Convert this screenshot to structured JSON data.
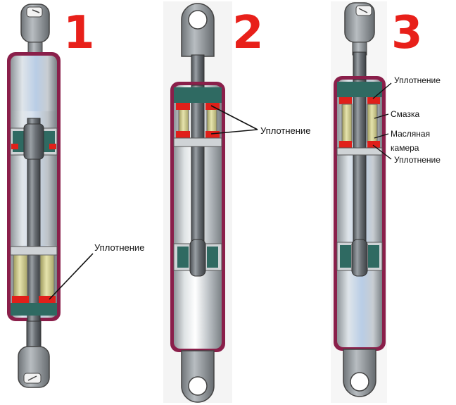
{
  "figure": {
    "numbers": [
      "1",
      "2",
      "3"
    ],
    "labels": {
      "seal_1": "Уплотнение",
      "seal_2": "Уплотнение",
      "seal_3_top": "Уплотнение",
      "lubricant_3": "Смазка",
      "oil_chamber_3_line1": "Масляная",
      "oil_chamber_3_line2": "камера",
      "seal_3_bottom": "Уплотнение"
    },
    "colors": {
      "seal_red": "#e0201a",
      "housing_border": "#8a1f4a",
      "oil_yellow": "#cfcc8c",
      "piston_green": "#2f6a62",
      "rod_gray": "#555a5f",
      "number_red": "#e8201a"
    }
  }
}
